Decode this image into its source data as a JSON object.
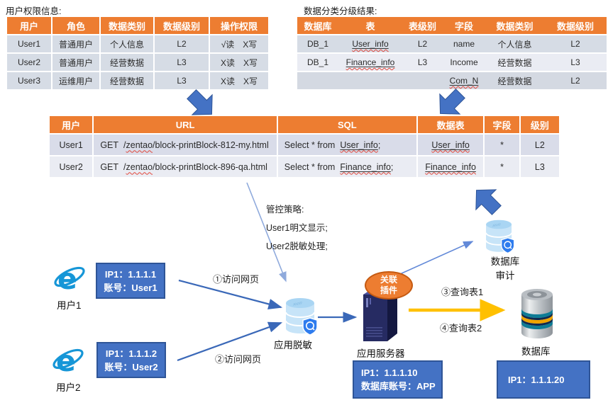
{
  "colors": {
    "header_orange": "#ED7D31",
    "row_light": "#D6DCE5",
    "row_lighter": "#EAECF3",
    "box_blue": "#4472C4",
    "box_border": "#2F5597",
    "block_arrow_blue": "#4472C4",
    "line_blue": "#3A68B8",
    "line_light_blue": "#8FAADC",
    "arrow_yellow": "#FFC000",
    "ie_blue": "#1696D7",
    "shield_blue": "#2E7CEE"
  },
  "perm_table": {
    "title": "用户权限信息:",
    "headers": [
      "用户",
      "角色",
      "数据类别",
      "数据级别",
      "操作权限"
    ],
    "rows": [
      [
        "User1",
        "普通用户",
        "个人信息",
        "L2",
        "√读　X写"
      ],
      [
        "User2",
        "普通用户",
        "经营数据",
        "L3",
        "X读　X写"
      ],
      [
        "User3",
        "运维用户",
        "经营数据",
        "L3",
        "X读　X写"
      ]
    ]
  },
  "class_table": {
    "title": "数据分类分级结果:",
    "headers": [
      "数据库",
      "表",
      "表级别",
      "字段",
      "数据类别",
      "数据级别"
    ],
    "rows": [
      [
        "DB_1",
        "User_info",
        "L2",
        "name",
        "个人信息",
        "L2"
      ],
      [
        "DB_1",
        "Finance_info",
        "L3",
        "Income",
        "经营数据",
        "L3"
      ],
      [
        "",
        "",
        "",
        "Com_N",
        "经营数据",
        "L2"
      ]
    ]
  },
  "log_table": {
    "headers": [
      "用户",
      "URL",
      "SQL",
      "数据表",
      "字段",
      "级别"
    ],
    "rows": [
      {
        "user": "User1",
        "url_method": "GET",
        "url_pre": "/",
        "url_domain": "zentao",
        "url_rest": "/block-printBlock-812-my.html",
        "sql_prefix": "Select * from",
        "sql_table": "User_info",
        "sql_end": ";",
        "table": "User_info",
        "field": "*",
        "level": "L2"
      },
      {
        "user": "User2",
        "url_method": "GET",
        "url_pre": "/",
        "url_domain": "zentao",
        "url_rest": "/block-printBlock-896-qa.html",
        "sql_prefix": "Select * from",
        "sql_table": "Finance_info",
        "sql_end": ";",
        "table": "Finance_info",
        "field": "*",
        "level": "L3"
      }
    ]
  },
  "policy_note": {
    "line1": "管控策略:",
    "line2": "User1明文显示;",
    "line3": "User2脱敏处理;"
  },
  "nodes": {
    "user1_label": "用户1",
    "user2_label": "用户2",
    "user1_box_line1": "IP1：1.1.1.1",
    "user1_box_line2": "账号：User1",
    "user2_box_line1": "IP1：1.1.1.2",
    "user2_box_line2": "账号：User2",
    "masking_label": "应用脱敏",
    "server_label": "应用服务器",
    "plugin_line1": "关联",
    "plugin_line2": "插件",
    "audit_label_line1": "数据库",
    "audit_label_line2": "审计",
    "db_label": "数据库",
    "server_box_line1": "IP1：1.1.1.10",
    "server_box_line2": "数据库账号：APP",
    "db_box_line1": "IP1：1.1.1.20"
  },
  "flow_labels": {
    "visit1": "①访问网页",
    "visit2": "②访问网页",
    "query1": "③查询表1",
    "query2": "④查询表2"
  },
  "icons": {
    "browser": "ie-browser-icon",
    "masking": "database-shield-icon",
    "audit": "database-shield-icon",
    "database": "silver-database-icon",
    "server": "server-tower-icon"
  }
}
